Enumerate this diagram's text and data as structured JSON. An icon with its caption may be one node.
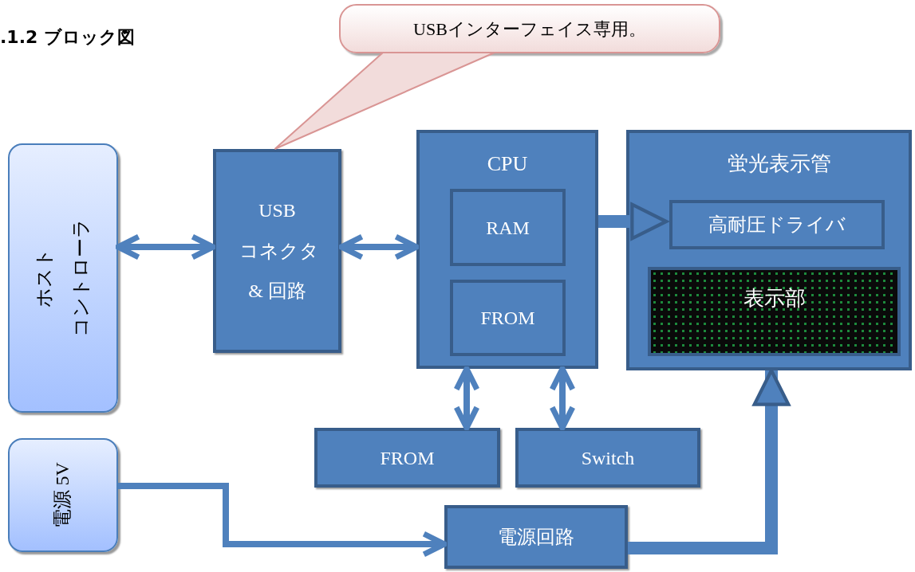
{
  "diagram": {
    "title": ".1.2 ブロック図",
    "nodes": [
      {
        "text": [
          "USBインターフェイス専用。"
        ]
      },
      {
        "text": [
          "ホスト",
          "コントローラ"
        ]
      },
      {
        "text": [
          "USB コネクタ & 回路"
        ]
      },
      {
        "text": [
          "CPU"
        ]
      },
      {
        "text": [
          "RAM"
        ],
        "in": 3
      },
      {
        "text": [
          "FROM"
        ],
        "in": 3
      },
      {
        "text": [
          "蛍光表示管"
        ]
      },
      {
        "text": [
          "高耐圧ドライバ"
        ],
        "in": 6
      },
      {
        "text": [
          "表示部"
        ],
        "in": 6
      },
      {
        "text": [
          "FROM"
        ]
      },
      {
        "text": [
          "Switch"
        ]
      },
      {
        "text": [
          "電源 5V"
        ]
      },
      {
        "text": [
          "電源回路"
        ]
      }
    ],
    "edges": [
      {
        "from": 0,
        "to": 2,
        "arrow": "none",
        "color": "#d99594"
      },
      {
        "from": 1,
        "to": 2,
        "arrow": "both"
      },
      {
        "from": 2,
        "to": 3,
        "arrow": "both"
      },
      {
        "from": 3,
        "to": 7,
        "arrow": "to",
        "style": "thick"
      },
      {
        "from": 3,
        "to": 9,
        "arrow": "both"
      },
      {
        "from": 3,
        "to": 10,
        "arrow": "both"
      },
      {
        "from": 11,
        "to": 12,
        "arrow": "to"
      },
      {
        "from": 12,
        "to": 6,
        "arrow": "to",
        "style": "thick"
      }
    ]
  }
}
